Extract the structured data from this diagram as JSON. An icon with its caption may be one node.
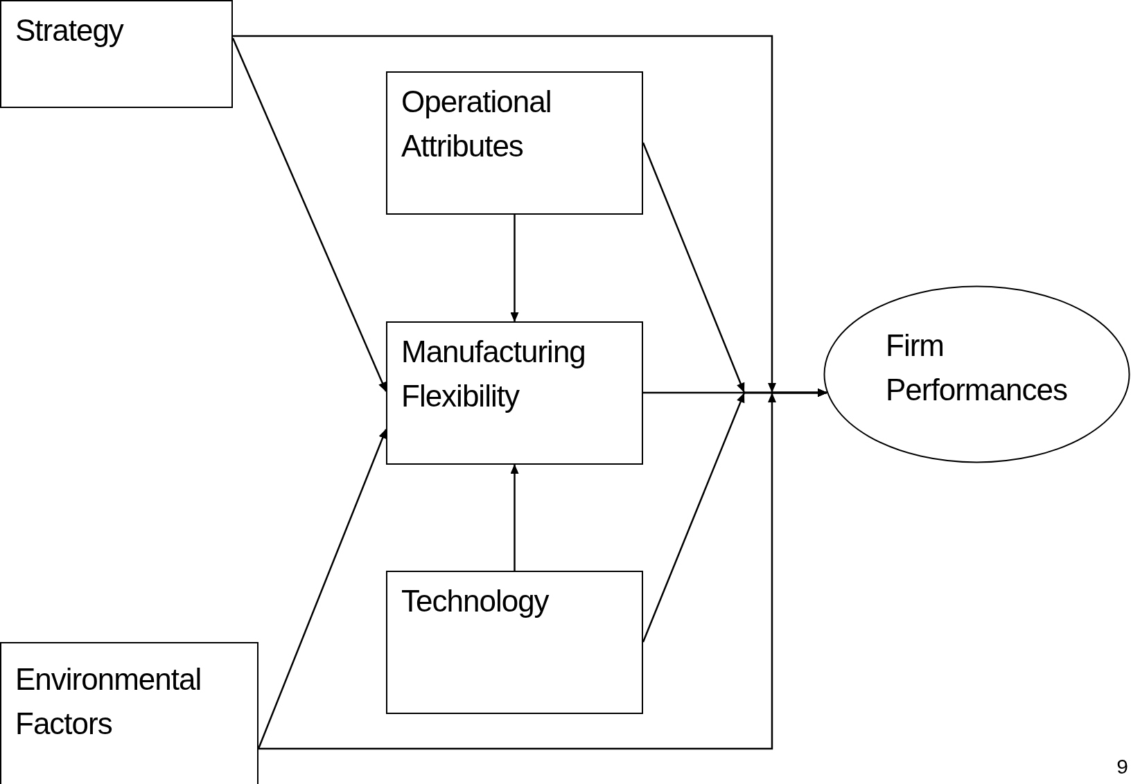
{
  "diagram": {
    "nodes": [
      {
        "text": [
          "Strategy"
        ]
      },
      {
        "text": [
          "Operational Attributes"
        ]
      },
      {
        "text": [
          "Manufacturing Flexibility"
        ]
      },
      {
        "text": [
          "Technology"
        ]
      },
      {
        "text": [
          "Environmental Factors"
        ]
      },
      {
        "text": [
          "Firm Performances"
        ]
      }
    ],
    "edges": [
      {
        "from": 0,
        "to": 2,
        "arrow": "to"
      },
      {
        "from": 1,
        "to": 2,
        "arrow": "to"
      },
      {
        "from": 3,
        "to": 2,
        "arrow": "to"
      },
      {
        "from": 4,
        "to": 2,
        "arrow": "to"
      },
      {
        "from": 0,
        "to": 5,
        "arrow": "to"
      },
      {
        "from": 1,
        "to": 5,
        "arrow": "to"
      },
      {
        "from": 2,
        "to": 5,
        "arrow": "to"
      },
      {
        "from": 3,
        "to": 5,
        "arrow": "to"
      },
      {
        "from": 4,
        "to": 5,
        "arrow": "to"
      }
    ],
    "labels": [
      "9"
    ]
  }
}
